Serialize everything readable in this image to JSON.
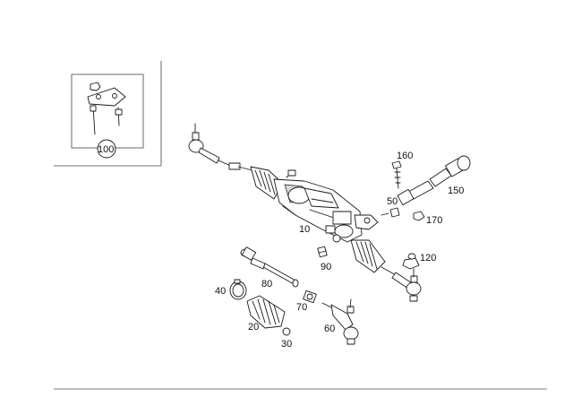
{
  "callouts": {
    "p10": "10",
    "p20": "20",
    "p30": "30",
    "p40": "40",
    "p50": "50",
    "p60": "60",
    "p70": "70",
    "p80": "80",
    "p90": "90",
    "p100": "100",
    "p120": "120",
    "p150": "150",
    "p160": "160",
    "p170": "170"
  },
  "colors": {
    "ink": "#1a1a1a",
    "frame": "#444444",
    "background": "#ffffff"
  }
}
